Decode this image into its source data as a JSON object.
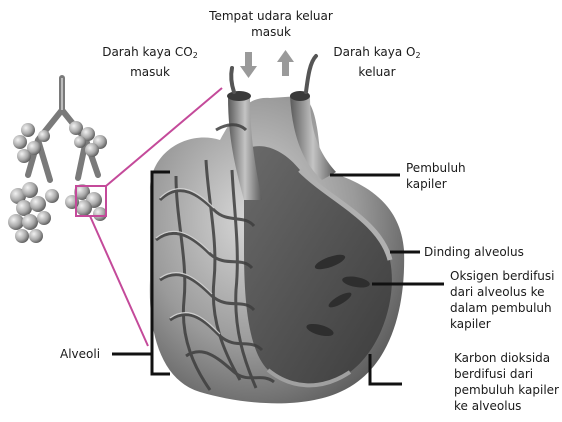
{
  "labels": {
    "top_center_line1": "Tempat udara keluar",
    "top_center_line2": "masuk",
    "co2_in_prefix": "Darah kaya CO",
    "co2_in_sub": "2",
    "co2_in_line2": "masuk",
    "o2_out_prefix": "Darah kaya O",
    "o2_out_sub": "2",
    "o2_out_line2": "keluar",
    "capillary_line1": "Pembuluh",
    "capillary_line2": "kapiler",
    "alveolus_wall": "Dinding alveolus",
    "oxygen_line1": "Oksigen berdifusi",
    "oxygen_line2": "dari alveolus ke",
    "oxygen_line3": "dalam pembuluh",
    "oxygen_line4": "kapiler",
    "co2_line1": "Karbon dioksida",
    "co2_line2": "berdifusi dari",
    "co2_line3": "pembuluh kapiler",
    "co2_line4": "ke alveolus",
    "alveoli": "Alveoli"
  },
  "colors": {
    "magnifier": "#c44a9a",
    "leader_line": "#111111",
    "tissue_dark": "#4a4a4a",
    "tissue_mid": "#8a8a8a",
    "tissue_light": "#c8c8c8",
    "arrow_grey": "#9a9a9a"
  }
}
